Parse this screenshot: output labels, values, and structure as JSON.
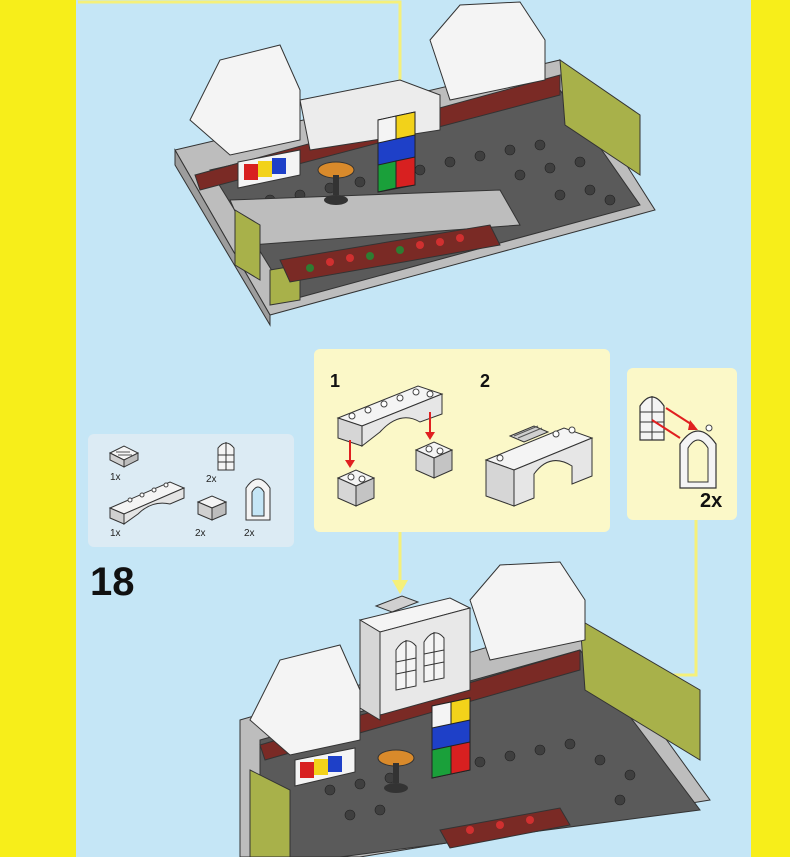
{
  "colors": {
    "border": "#f7ee1a",
    "background": "#c5e6f6",
    "parts_panel": "#dcebf4",
    "callout_panel": "#fbf8c8",
    "callout_line": "#f5f07a",
    "arrow_red": "#e02020",
    "brick_white": "#f4f4f4",
    "brick_gray": "#bdbdbd",
    "brick_dark": "#5a5a5a",
    "brick_olive": "#a8b14a",
    "brick_darkred": "#7a2a25"
  },
  "parts_list": {
    "items": [
      {
        "name": "brick-1x2-grille",
        "qty": "1x"
      },
      {
        "name": "window-1x2x3",
        "qty": "2x"
      },
      {
        "name": "arch-1x6",
        "qty": "1x"
      },
      {
        "name": "brick-1x2",
        "qty": "2x"
      },
      {
        "name": "arch-window-frame",
        "qty": "2x"
      }
    ]
  },
  "step": {
    "number": "18"
  },
  "callout_sub": {
    "substep_1": "1",
    "substep_2": "2"
  },
  "callout_window": {
    "multiplier": "2x"
  }
}
